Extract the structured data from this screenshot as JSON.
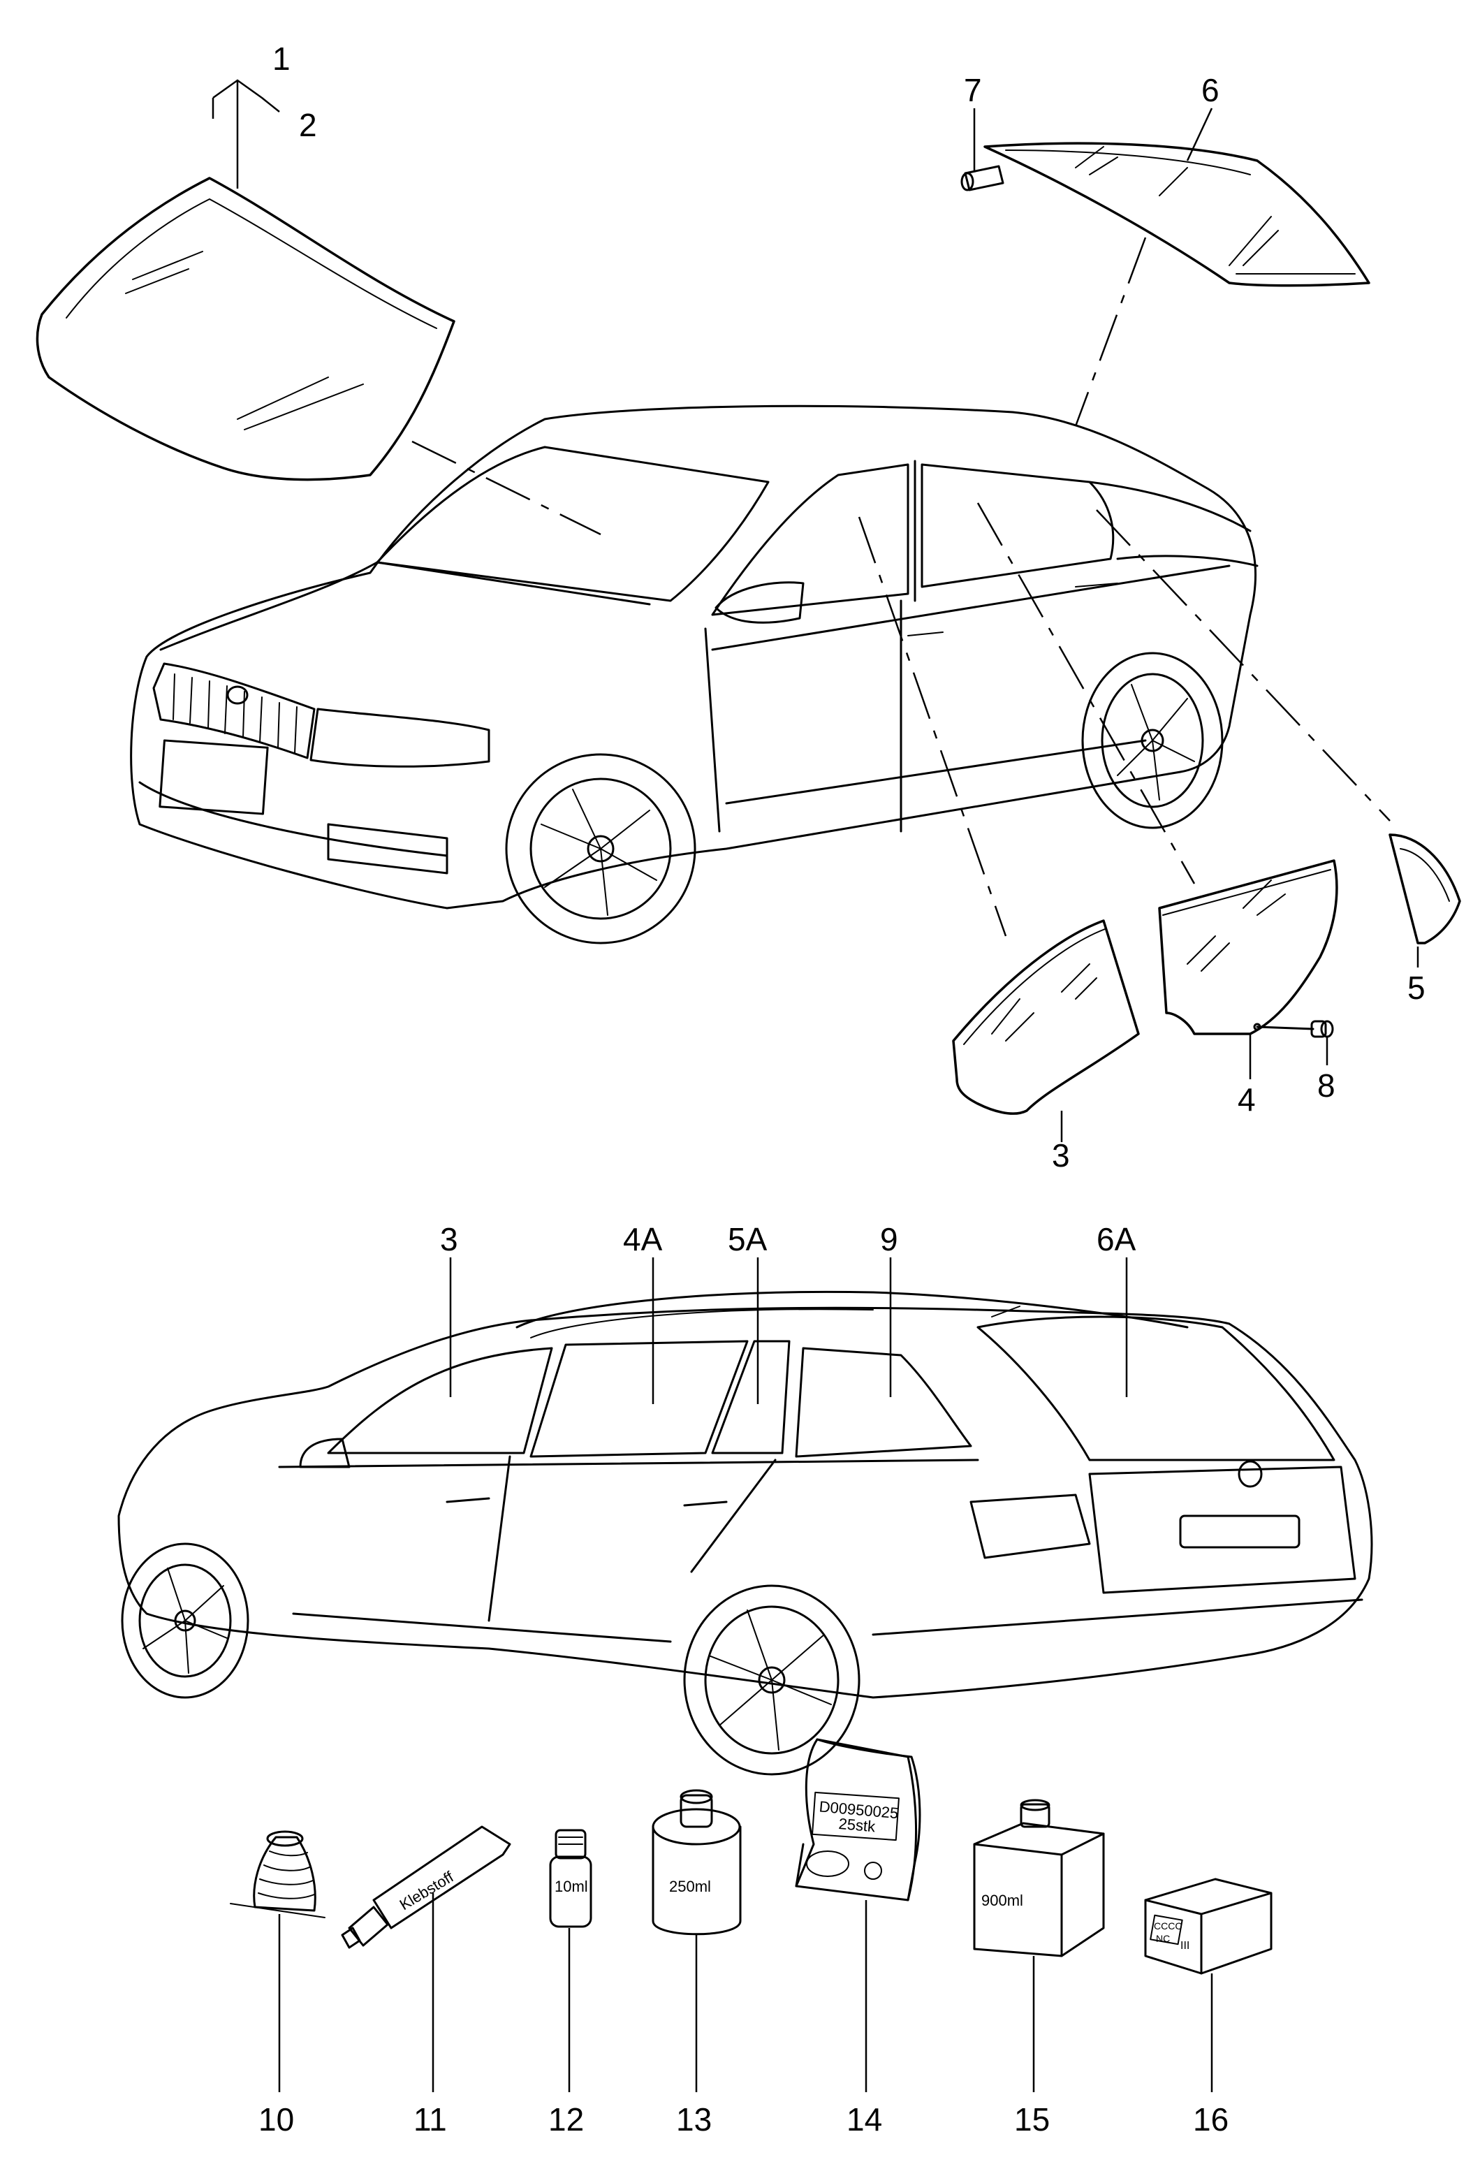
{
  "callouts": {
    "c1": "1",
    "c2": "2",
    "c3": "3",
    "c4": "4",
    "c5": "5",
    "c6": "6",
    "c7": "7",
    "c8": "8",
    "c3b": "3",
    "c4a": "4A",
    "c5a": "5A",
    "c9": "9",
    "c6a": "6A",
    "c10": "10",
    "c11": "11",
    "c12": "12",
    "c13": "13",
    "c14": "14",
    "c15": "15",
    "c16": "16"
  },
  "part_labels": {
    "tube": "Klebstoff",
    "bottle_small": "10ml",
    "can": "250ml",
    "bag_line1": "D00950025",
    "bag_line2": "25stk",
    "canister": "900ml",
    "box_mark1": "CCCC",
    "box_mark2": "NC",
    "box_mark3": "III"
  }
}
